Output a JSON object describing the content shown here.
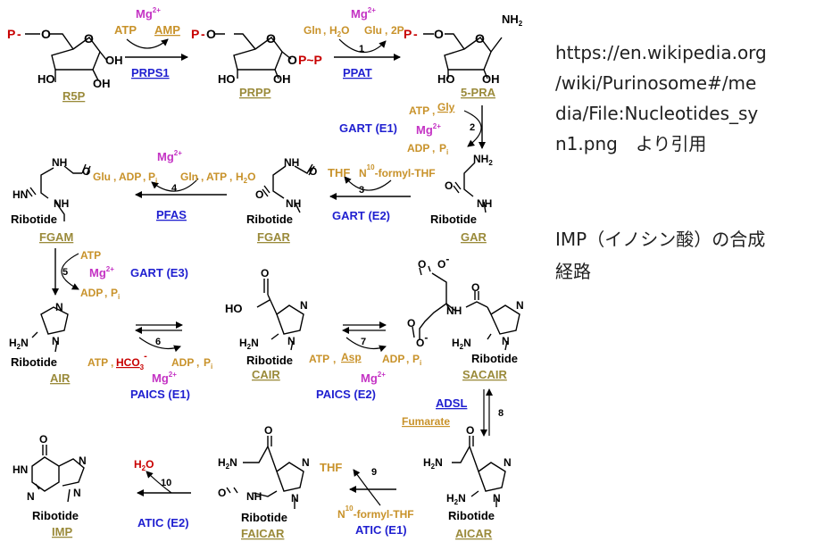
{
  "colors": {
    "compound": "#9a8a3a",
    "enzyme": "#1f1fd0",
    "mg": "#c433c4",
    "cofactor": "#c8922a",
    "phosphate": "#c80000",
    "bond": "#000000"
  },
  "labels": {
    "r5p": "R5P",
    "prpp": "PRPP",
    "pra": "5-PRA",
    "gar": "GAR",
    "fgar": "FGAR",
    "fgam": "FGAM",
    "air": "AIR",
    "cair": "CAIR",
    "sacair": "SACAIR",
    "aicar": "AICAR",
    "faicar": "FAICAR",
    "imp": "IMP"
  },
  "enzymes": {
    "prps1": "PRPS1",
    "ppat": "PPAT",
    "gart_e1": "GART (E1)",
    "gart_e2": "GART (E2)",
    "pfas": "PFAS",
    "gart_e3": "GART (E3)",
    "paics_e1": "PAICS (E1)",
    "paics_e2": "PAICS (E2)",
    "adsl": "ADSL",
    "atic_e1": "ATIC (E1)",
    "atic_e2": "ATIC (E2)"
  },
  "steps": [
    "1",
    "2",
    "3",
    "4",
    "5",
    "6",
    "7",
    "8",
    "9",
    "10"
  ],
  "cofactors": {
    "atp": "ATP",
    "amp": "AMP",
    "adp": "ADP",
    "pi": "P",
    "pi_sub": "i",
    "gln": "Gln",
    "glu": "Glu",
    "h2o": "H",
    "h2o_sub": "2",
    "h2o_o": "O",
    "ppi": "2P",
    "gly": "Gly",
    "asp": "Asp",
    "hco3": "HCO",
    "hco3_sub": "3",
    "hco3_sup": "-",
    "thf": "THF",
    "n10": "N",
    "n10_sup": "10",
    "formyl": "-formyl-THF",
    "fumarate": "Fumarate",
    "mg": "Mg",
    "mg_sup": "2+",
    "comma": ","
  },
  "chem": {
    "ribotide": "Ribotide",
    "P": "P",
    "O": "O",
    "OH": "OH",
    "HO": "HO",
    "NH": "NH",
    "N": "N",
    "NH2": "NH",
    "sub2": "2",
    "H2N": "H",
    "minus": "-",
    "ptilde": "P~P"
  },
  "source_lines": [
    "https://en.wikipedia.org",
    "/wiki/Purinosome#/me",
    "dia/File:Nucleotides_sy",
    "n1.png　より引用"
  ],
  "title_lines": [
    "IMP（イノシン酸）の合成",
    "経路"
  ]
}
